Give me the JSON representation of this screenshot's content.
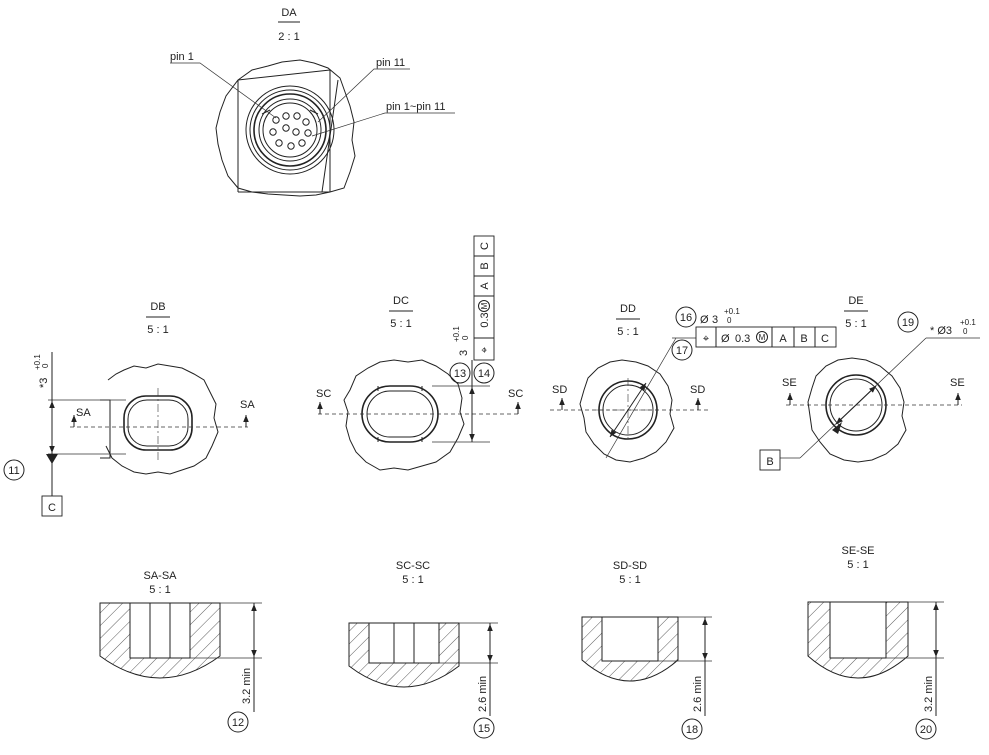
{
  "views": {
    "da": {
      "name": "DA",
      "scale": "2 : 1",
      "pin1": "pin 1",
      "pin11": "pin 11",
      "pins": "pin 1~pin 11"
    },
    "db": {
      "name": "DB",
      "scale": "5 : 1",
      "section": "SA",
      "dim": "*3",
      "tol_up": "+0.1",
      "tol_lo": "0",
      "balloon": "11",
      "datum": "C"
    },
    "dc": {
      "name": "DC",
      "scale": "5 : 1",
      "section": "SC",
      "dim": "3",
      "tol_up": "+0.1",
      "tol_lo": "0",
      "balloon_a": "13",
      "balloon_b": "14",
      "frame": {
        "symbol": "⌖",
        "value": "0.3",
        "modifier": "M",
        "datums": [
          "A",
          "B",
          "C"
        ]
      }
    },
    "dd": {
      "name": "DD",
      "scale": "5 : 1",
      "section": "SD",
      "balloon_a": "16",
      "balloon_b": "17",
      "dia": "Ø",
      "dim": "3",
      "tol_up": "+0.1",
      "tol_lo": "0",
      "frame": {
        "symbol": "⌖",
        "dia": "Ø",
        "value": "0.3",
        "modifier": "M",
        "datums": [
          "A",
          "B",
          "C"
        ]
      }
    },
    "de": {
      "name": "DE",
      "scale": "5 : 1",
      "section": "SE",
      "balloon": "19",
      "dim": "* Ø3",
      "tol_up": "+0.1",
      "tol_lo": "0",
      "datum": "B"
    }
  },
  "sections": [
    {
      "name": "SA-SA",
      "scale": "5 : 1",
      "dim": "3.2 min",
      "balloon": "12"
    },
    {
      "name": "SC-SC",
      "scale": "5 : 1",
      "dim": "2.6 min",
      "balloon": "15"
    },
    {
      "name": "SD-SD",
      "scale": "5 : 1",
      "dim": "2.6 min",
      "balloon": "18"
    },
    {
      "name": "SE-SE",
      "scale": "5 : 1",
      "dim": "3.2 min",
      "balloon": "20"
    }
  ]
}
